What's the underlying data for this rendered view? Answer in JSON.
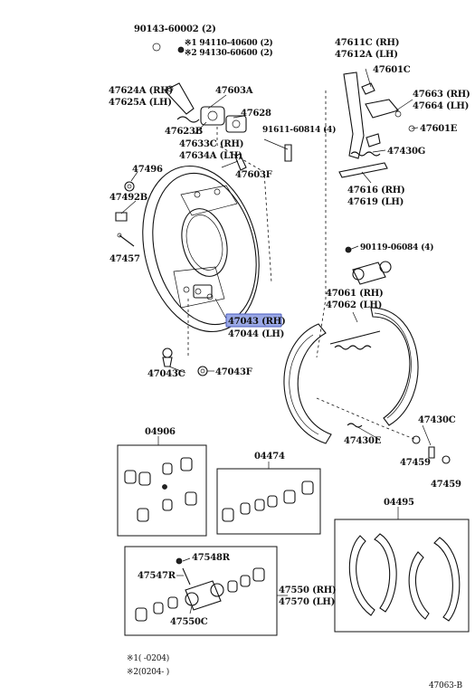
{
  "labels": {
    "p90143": "90143-60002 (2)",
    "p94110": "※1 94110-40600 (2)",
    "p94130": "※2 94130-60600 (2)",
    "p47611": "47611C (RH)",
    "p47612": "47612A (LH)",
    "p47601c": "47601C",
    "p47663": "47663 (RH)",
    "p47664": "47664 (LH)",
    "p47601e": "47601E",
    "p47624": "47624A (RH)",
    "p47625": "47625A (LH)",
    "p47603a": "47603A",
    "p47628": "47628",
    "p47623b": "47623B",
    "p91611": "91611-60814 (4)",
    "p47633": "47633C (RH)",
    "p47634": "47634A (LH)",
    "p47430g": "47430G",
    "p47496": "47496",
    "p47603f": "47603F",
    "p47616": "47616 (RH)",
    "p47619": "47619 (LH)",
    "p47492b": "47492B",
    "p90119": "90119-06084 (4)",
    "p47457": "47457",
    "p47061": "47061 (RH)",
    "p47062": "47062 (LH)",
    "p47043": "47043 (RH)",
    "p47044": "47044 (LH)",
    "p47043c": "47043C",
    "p47043f": "47043F",
    "p47430c": "47430C",
    "p47430e": "47430E",
    "p47459a": "47459",
    "p47459b": "47459",
    "p04906": "04906",
    "p04474": "04474",
    "p04495": "04495",
    "p47548r": "47548R",
    "p47547r": "47547R",
    "p47550": "47550 (RH)",
    "p47570": "47570 (LH)",
    "p47550c": "47550C",
    "note1": "※1(    -0204)",
    "note2": "※2(0204-    )",
    "code": "47063-B"
  },
  "highlight": "47043 (RH)",
  "colors": {
    "highlight_fill": "#9aa8e6",
    "highlight_stroke": "#4a5bbf",
    "ink": "#111111"
  }
}
